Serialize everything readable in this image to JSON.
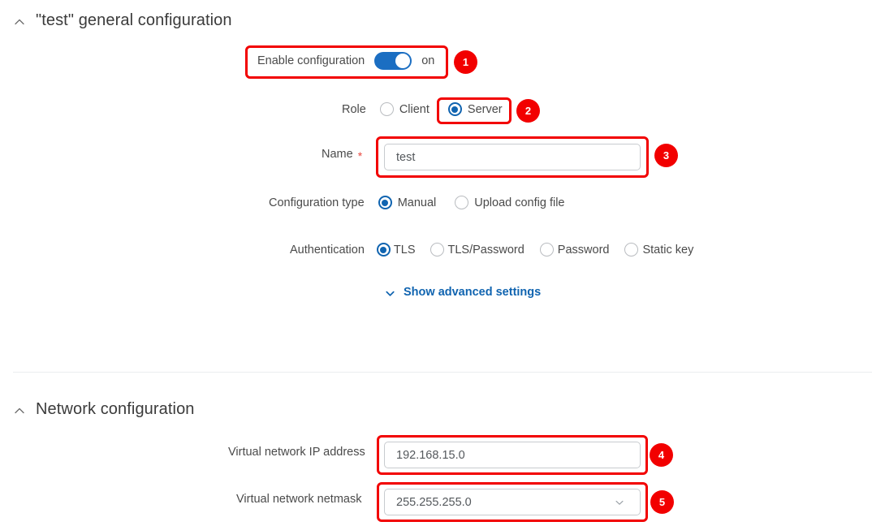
{
  "sections": [
    {
      "id": "general",
      "title": "\"test\" general configuration",
      "caret_icon": "chevron-up-icon",
      "expanded": true
    },
    {
      "id": "network",
      "title": "Network configuration",
      "caret_icon": "chevron-up-icon",
      "expanded": true
    }
  ],
  "general": {
    "enable": {
      "label": "Enable configuration",
      "state_text": "on",
      "checked": true
    },
    "role": {
      "label": "Role",
      "options": [
        {
          "label": "Client",
          "checked": false
        },
        {
          "label": "Server",
          "checked": true
        }
      ]
    },
    "name": {
      "label": "Name",
      "required_marker": "*",
      "value": "test",
      "placeholder": ""
    },
    "config_type": {
      "label": "Configuration type",
      "options": [
        {
          "label": "Manual",
          "checked": true
        },
        {
          "label": "Upload config file",
          "checked": false
        }
      ]
    },
    "authentication": {
      "label": "Authentication",
      "options": [
        {
          "label": "TLS",
          "checked": true
        },
        {
          "label": "TLS/Password",
          "checked": false
        },
        {
          "label": "Password",
          "checked": false
        },
        {
          "label": "Static key",
          "checked": false
        }
      ]
    },
    "advanced_link": {
      "label": "Show advanced settings",
      "caret_icon": "chevron-down-icon"
    }
  },
  "network": {
    "ip_address": {
      "label": "Virtual network IP address",
      "value": "192.168.15.0",
      "placeholder": ""
    },
    "netmask": {
      "label": "Virtual network netmask",
      "value": "255.255.255.0",
      "caret_icon": "chevron-down-icon"
    }
  },
  "annotations": [
    {
      "number": "1",
      "target": "enable-configuration-toggle"
    },
    {
      "number": "2",
      "target": "role-server-radio"
    },
    {
      "number": "3",
      "target": "name-input"
    },
    {
      "number": "4",
      "target": "virtual-network-ip-input"
    },
    {
      "number": "5",
      "target": "virtual-network-netmask-select"
    }
  ],
  "colors": {
    "accent_blue": "#1064b0",
    "toggle_blue": "#1b6ec2",
    "annotation_red": "#f20000",
    "required_red": "#e8483f",
    "label_gray": "#4a4a4a",
    "border_gray": "#c8cbcf"
  }
}
